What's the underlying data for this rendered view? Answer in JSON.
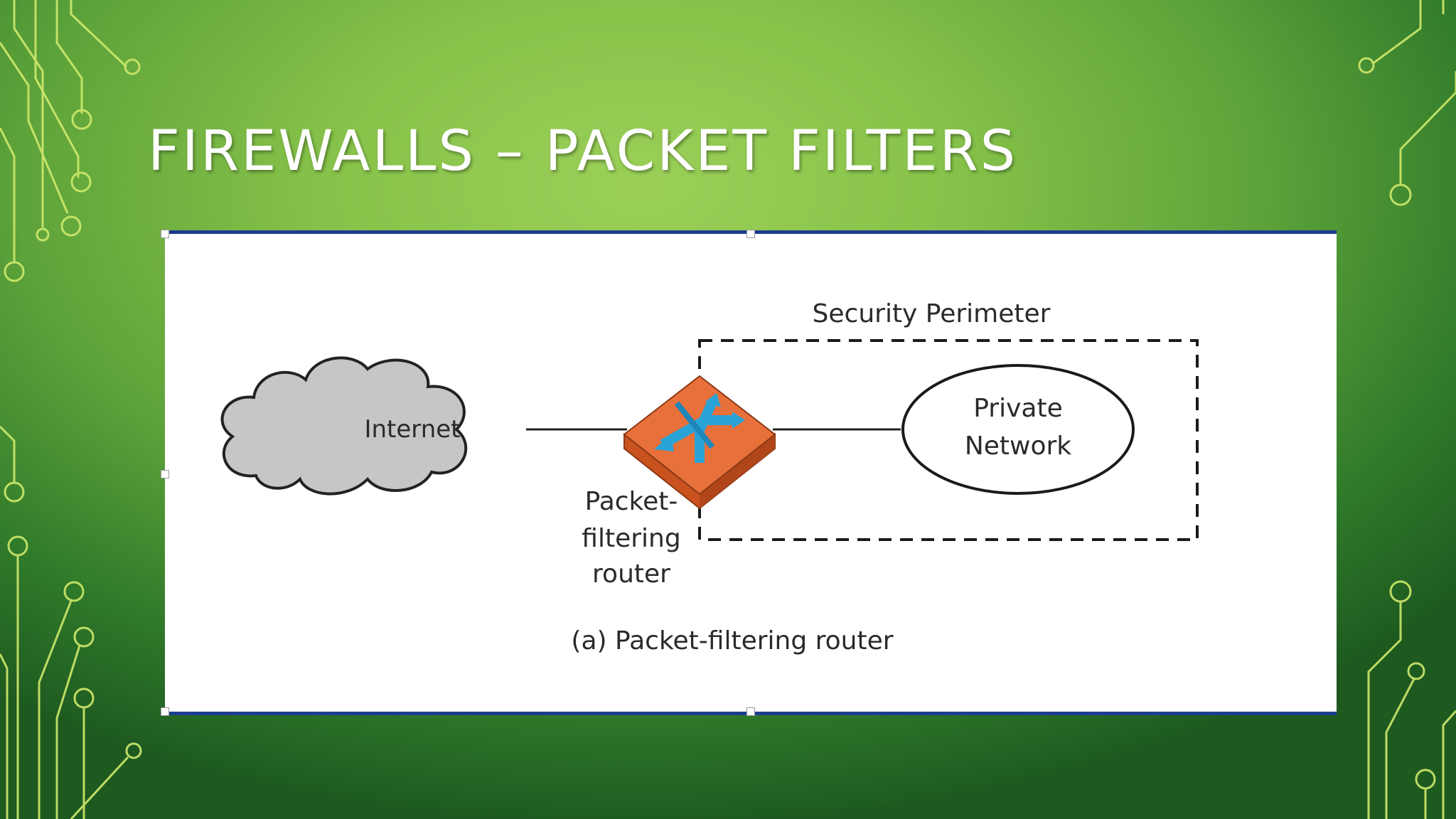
{
  "slide": {
    "title": "FIREWALLS – PACKET FILTERS"
  },
  "diagram": {
    "internet_label": "Internet",
    "perimeter_label": "Security Perimeter",
    "private_network_label": [
      "Private",
      "Network"
    ],
    "router_label": [
      "Packet-",
      "filtering",
      "router"
    ],
    "caption": "(a) Packet-filtering router"
  },
  "colors": {
    "cloud_fill": "#c6c6c6",
    "router_top": "#e8703a",
    "router_side": "#c9521f",
    "router_arrows": "#2aa3d8",
    "frame_border": "#1d3d8f",
    "circuit_line": "#cde86a"
  }
}
